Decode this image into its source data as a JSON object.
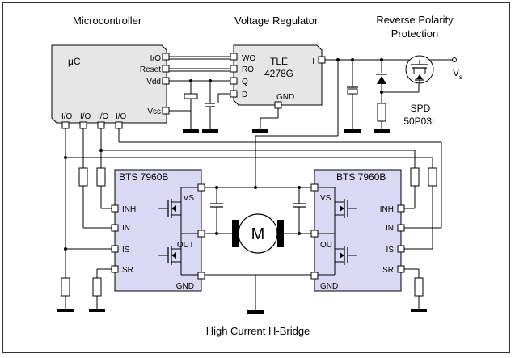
{
  "labels": {
    "microcontroller": "Microcontroller",
    "voltage_regulator": "Voltage Regulator",
    "reverse_polarity_line1": "Reverse Polarity",
    "reverse_polarity_line2": "Protection",
    "bottom_title": "High Current H-Bridge"
  },
  "uc": {
    "name": "μC",
    "pins_right": [
      "I/O",
      "Reset",
      "Vdd",
      "Vss"
    ],
    "pins_bottom": [
      "I/O",
      "I/O",
      "I/O",
      "I/O"
    ]
  },
  "regulator": {
    "name_line1": "TLE",
    "name_line2": "4278G",
    "pins_left": [
      "WO",
      "RO",
      "Q",
      "D"
    ],
    "pin_right": "I",
    "pin_bottom": "GND"
  },
  "spd": {
    "line1": "SPD",
    "line2": "50P03L",
    "vs_label": "V",
    "vs_sub": "s"
  },
  "bts_left": {
    "name": "BTS 7960B",
    "pins_left": [
      "INH",
      "IN",
      "IS",
      "SR"
    ],
    "pins_right": [
      "VS",
      "OUT",
      "GND"
    ]
  },
  "bts_right": {
    "name": "BTS 7960B",
    "pins_right": [
      "INH",
      "IN",
      "IS",
      "SR"
    ],
    "pins_left": [
      "VS",
      "OUT",
      "GND"
    ]
  },
  "motor": {
    "label": "M"
  },
  "colors": {
    "bts_fill": "#d9d9f3",
    "chip_fill": "#e6e6e6",
    "wire": "#000000"
  }
}
